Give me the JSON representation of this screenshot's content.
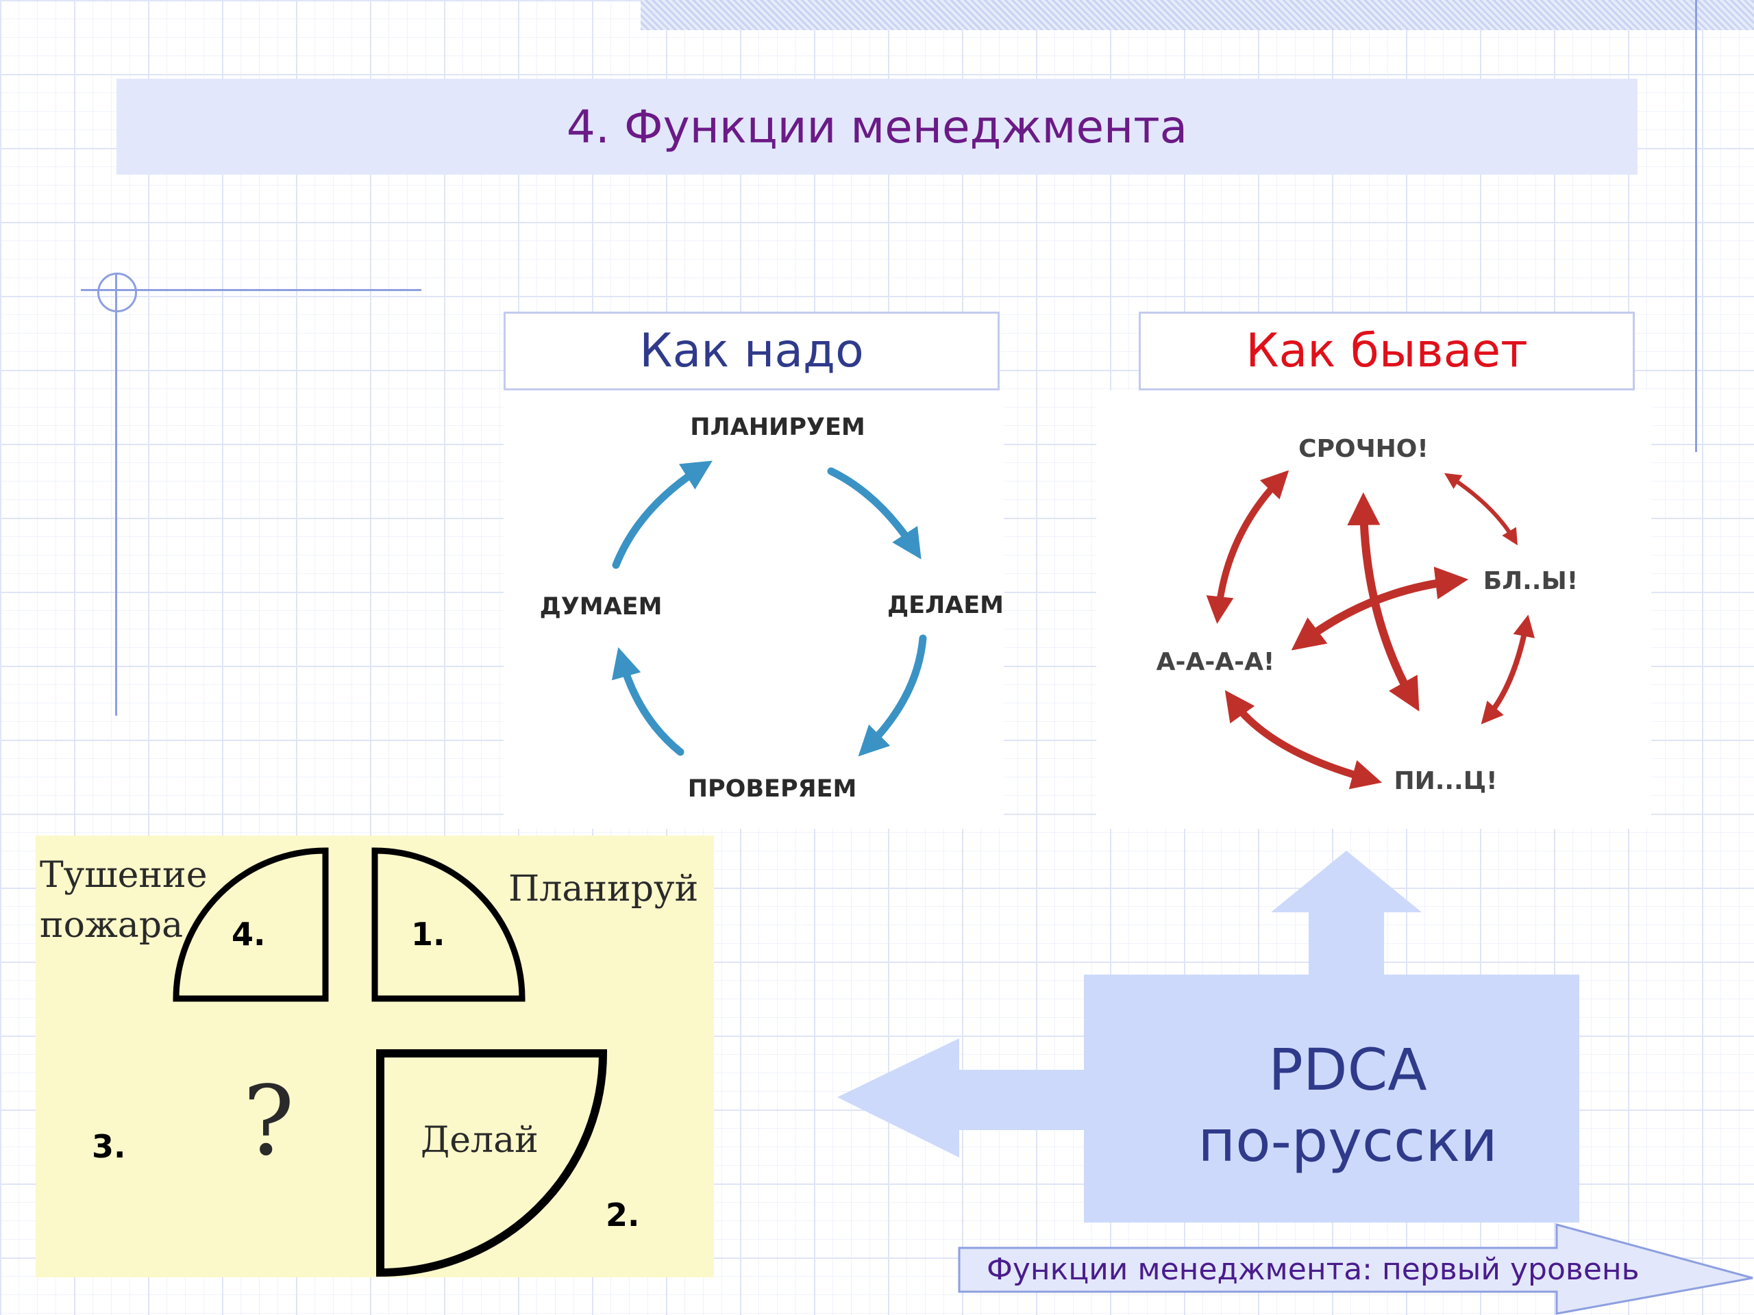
{
  "title": "4. Функции менеджмента",
  "how_it_should_be": {
    "heading": "Как надо",
    "cycle": [
      "ПЛАНИРУЕМ",
      "ДЕЛАЕМ",
      "ПРОВЕРЯЕМ",
      "ДУМАЕМ"
    ]
  },
  "how_it_is": {
    "heading": "Как бывает",
    "nodes": [
      "СРОЧНО!",
      "БЛ..Ы!",
      "ПИ...Ц!",
      "А-А-А-А!"
    ]
  },
  "quadrant_diagram": {
    "q1_number": "1.",
    "q1_label": "Планируй",
    "q2_number": "2.",
    "q2_label": "Делай",
    "q3_number": "3.",
    "q3_label": "?",
    "q4_number": "4.",
    "q4_label_line1": "Тушение",
    "q4_label_line2": "пожара"
  },
  "pdca": {
    "line1": "PDCA",
    "line2": "по-русски"
  },
  "footer": {
    "label": "Функции менеджмента: первый уровень"
  },
  "colors": {
    "title": "#6b1a86",
    "heading_left": "#2f3a8a",
    "heading_right": "#e0101a",
    "cycle_arrows": "#3a93c4",
    "chaos_arrows": "#c0302a",
    "pdca_fill": "#cdd9fb",
    "panel_fill": "#fbf8ca"
  }
}
